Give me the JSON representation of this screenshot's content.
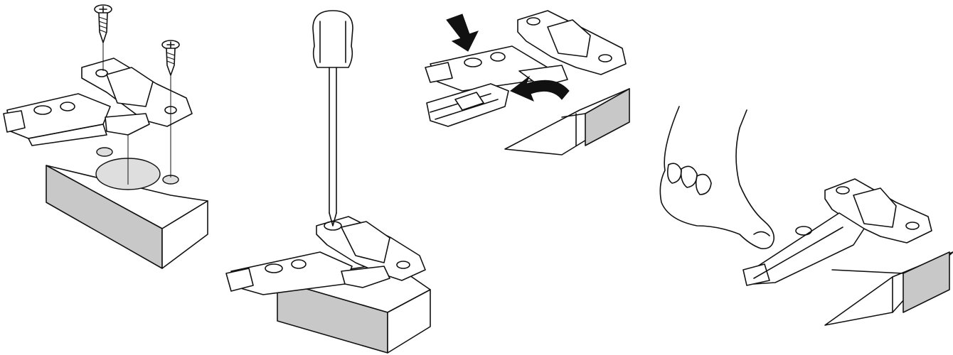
{
  "figure": {
    "steps": [
      {
        "id": "step-1",
        "action": "screw-hinge-plate-to-panel"
      },
      {
        "id": "step-2",
        "action": "tighten-center-screw-with-screwdriver"
      },
      {
        "id": "step-3",
        "action": "press-and-release-clip-from-base"
      },
      {
        "id": "step-4",
        "action": "clip-hinge-onto-mounting-plate-by-hand"
      }
    ],
    "colors": {
      "line": "#111111",
      "panel_face": "#c8c8c8",
      "background": "#ffffff"
    },
    "icons": [
      "screw-icon",
      "screwdriver-icon",
      "press-arrow-icon",
      "rotate-arrow-icon",
      "hand-icon"
    ]
  }
}
